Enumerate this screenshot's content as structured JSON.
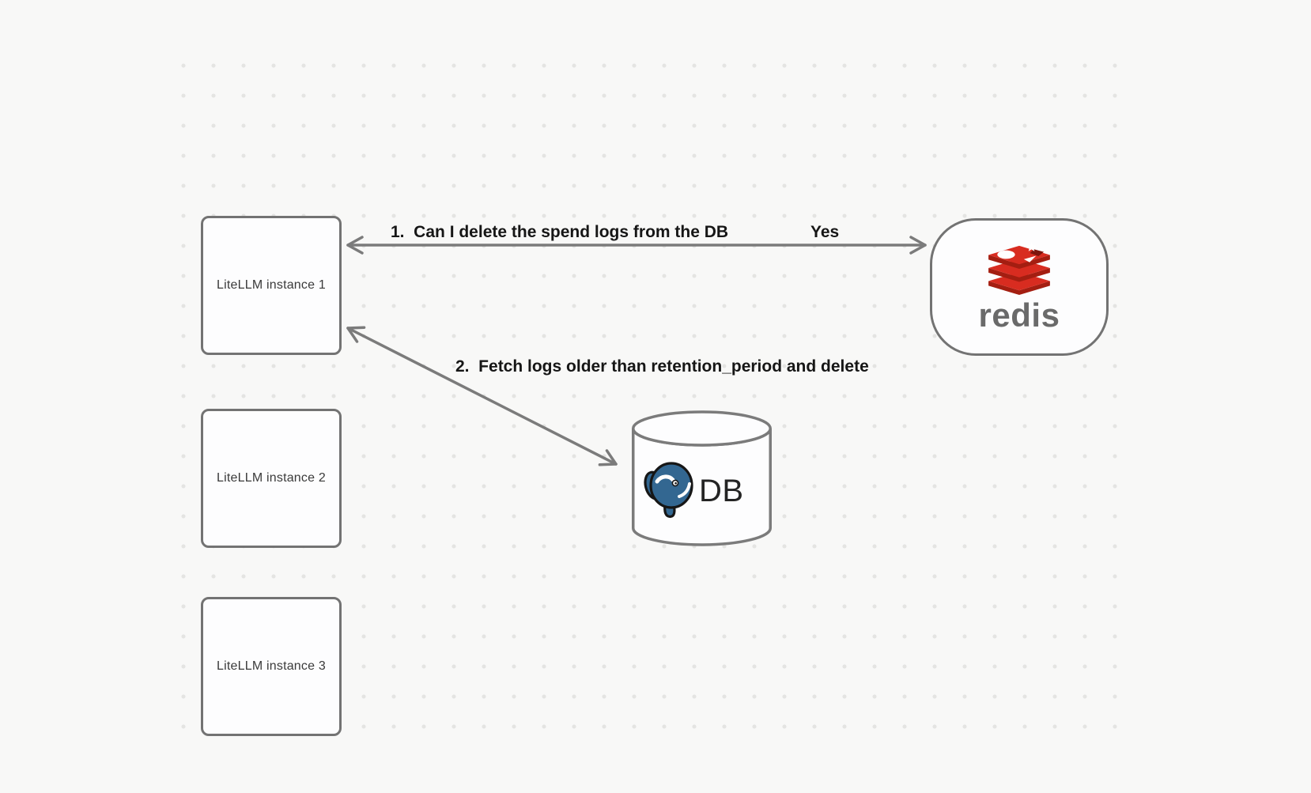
{
  "diagram": {
    "instances": [
      {
        "label": "LiteLLM instance 1"
      },
      {
        "label": "LiteLLM instance 2"
      },
      {
        "label": "LiteLLM instance 3"
      }
    ],
    "redis_node": {
      "label": "redis"
    },
    "db_node": {
      "label": "DB"
    },
    "messages": {
      "msg1": "1.  Can I delete the spend logs from the DB",
      "msg1_response": "Yes",
      "msg2": "2.  Fetch logs older than retention_period and delete"
    },
    "icons": {
      "redis_logo": "redis-stack-logo",
      "postgres_logo": "postgresql-elephant-logo"
    }
  },
  "colors": {
    "background": "#f8f8f7",
    "grid_dot": "#e4e4e2",
    "shape_border": "#737373",
    "shape_fill": "#fdfdfe",
    "arrow": "#7b7b7b",
    "label_text": "#161616",
    "node_text": "#3a3a3a",
    "redis_text": "#6a6a6a",
    "redis_red": "#d82c20",
    "redis_red_dark": "#a41e11",
    "postgres_blue": "#336791",
    "db_text": "#242424"
  }
}
